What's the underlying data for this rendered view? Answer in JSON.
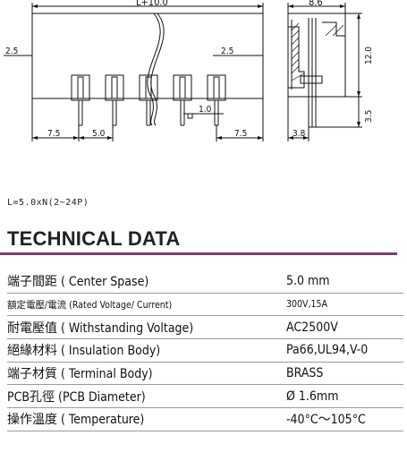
{
  "drawing": {
    "dim_length": "L+10.0",
    "dim_width": "8.6",
    "dim_left_offset": "2.5",
    "dim_right_offset": "2.5",
    "dim_pin_square": "1.0",
    "dim_bottom_left": "7.5",
    "dim_pitch": "5.0",
    "dim_bottom_right": "7.5",
    "dim_height": "12.0",
    "dim_pin_length": "3.5",
    "dim_side_width": "3.8"
  },
  "formula": "L=5.0xN(2~24P)",
  "heading": "TECHNICAL DATA",
  "specs": [
    {
      "label": "端子間距 ( Center Spase)",
      "value": "5.0 mm"
    },
    {
      "label": "額定電壓/電流 (Rated Voltage/ Current)",
      "value": "300V,15A",
      "small": true
    },
    {
      "label": "耐電壓值 ( Withstanding Voltage)",
      "value": "AC2500V"
    },
    {
      "label": "絕緣材料 ( Insulation Body)",
      "value": "Pa66,UL94,V-0"
    },
    {
      "label": "端子材質 ( Terminal Body)",
      "value": "BRASS"
    },
    {
      "label": "PCB孔徑 (PCB Diameter)",
      "value": "Ø 1.6mm"
    },
    {
      "label": "操作溫度 ( Temperature)",
      "value": "-40°C～105°C"
    }
  ]
}
